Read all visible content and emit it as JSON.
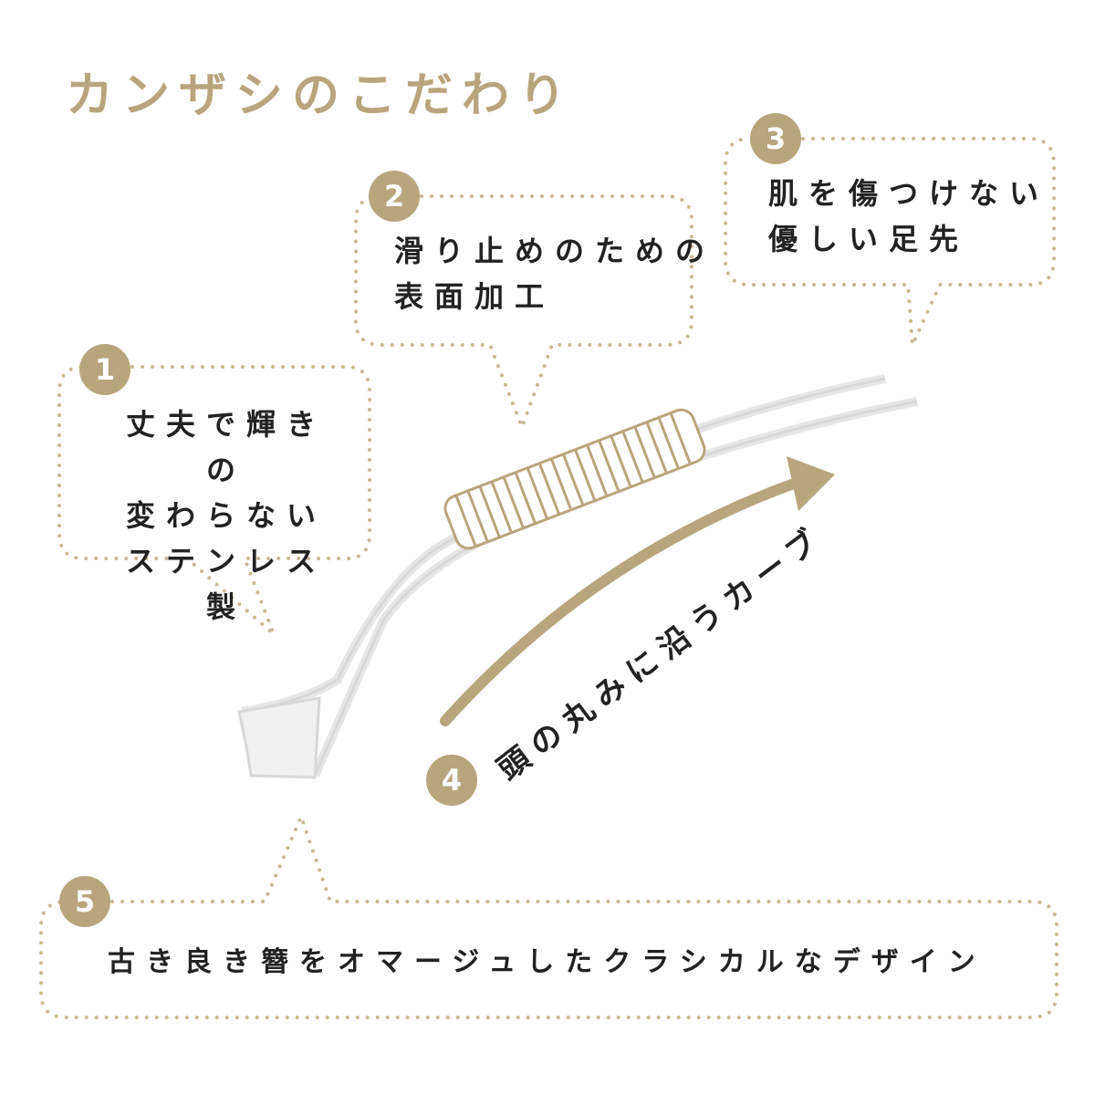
{
  "title": "カンザシのこだわり",
  "colors": {
    "accent": "#b9a57d",
    "text": "#222222"
  },
  "points": [
    {
      "number": "1",
      "lines": [
        "丈夫で輝きの",
        "変わらない",
        "ステンレス製"
      ]
    },
    {
      "number": "2",
      "lines": [
        "滑り止めのための",
        "表面加工"
      ]
    },
    {
      "number": "3",
      "lines": [
        "肌を傷つけない",
        "優しい足先"
      ]
    },
    {
      "number": "4",
      "lines": [
        "頭の丸みに沿うカーブ"
      ]
    },
    {
      "number": "5",
      "lines": [
        "古き良き簪をオマージュしたクラシカルなデザイン"
      ]
    }
  ]
}
